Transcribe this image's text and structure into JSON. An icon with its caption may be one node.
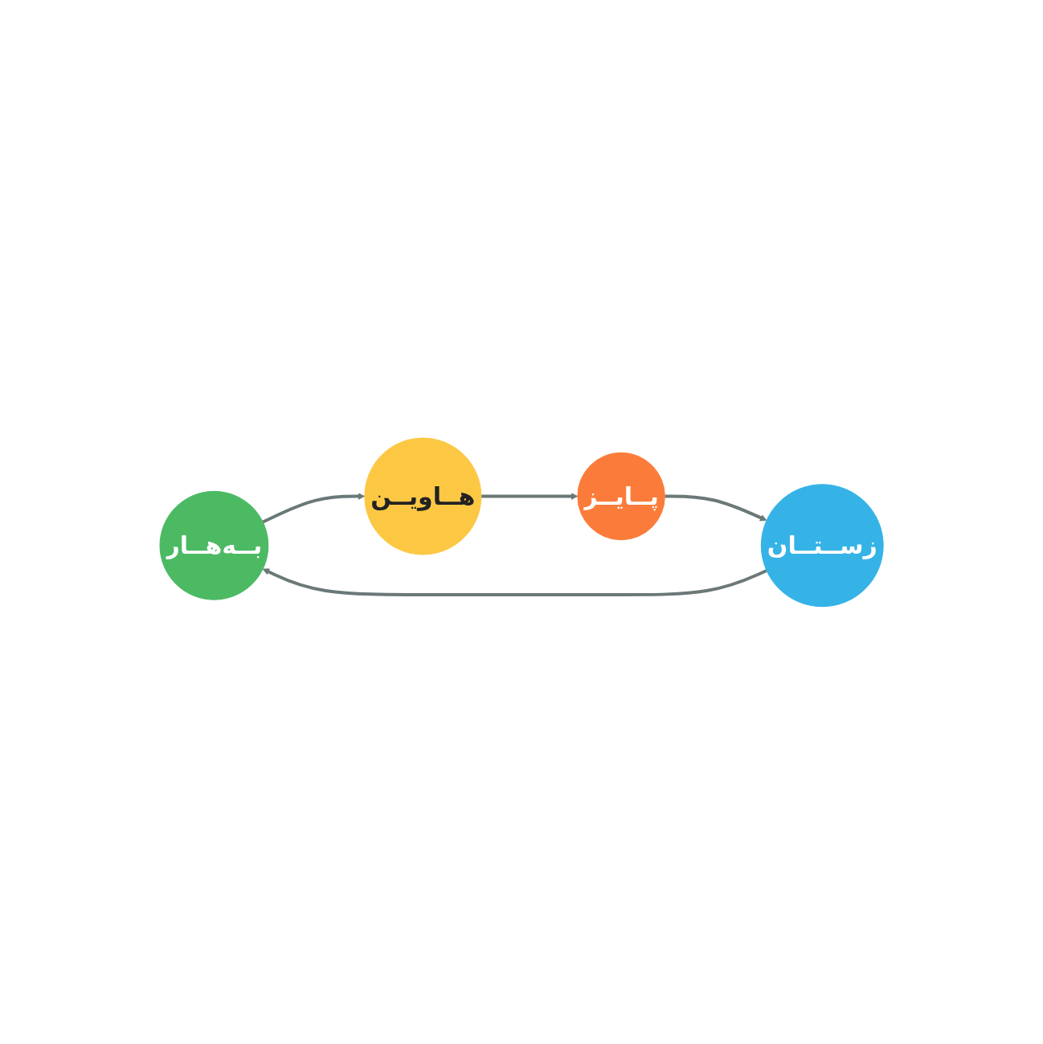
{
  "diagram": {
    "nodes": [
      {
        "text": [
          "بــەهــار"
        ]
      },
      {
        "text": [
          "هــاویــن"
        ]
      },
      {
        "text": [
          "پــایــز"
        ]
      },
      {
        "text": [
          "زســتــان"
        ]
      }
    ],
    "edges": [
      {
        "from": 0,
        "to": 1,
        "arrow": "to"
      },
      {
        "from": 1,
        "to": 2,
        "arrow": "to"
      },
      {
        "from": 2,
        "to": 3,
        "arrow": "to"
      },
      {
        "from": 3,
        "to": 0,
        "arrow": "to"
      }
    ]
  }
}
